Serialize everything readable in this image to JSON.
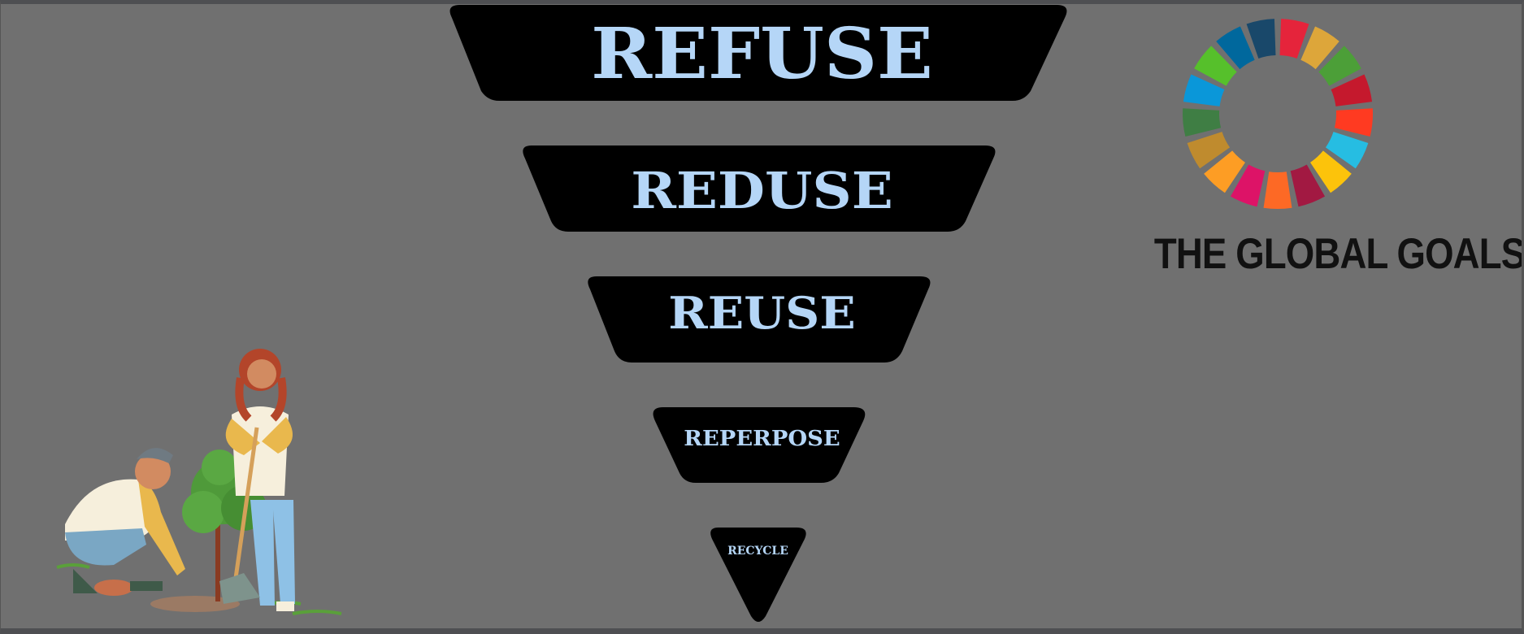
{
  "tiers": [
    "REFUSE",
    "REDUSE",
    "REUSE",
    "REPERPOSE",
    "RECYCLE"
  ],
  "global_goals": {
    "title": "THE GLOBAL GOALS",
    "wheel_colors": [
      "#e5243b",
      "#dda63a",
      "#4c9f38",
      "#c5192d",
      "#ff3a21",
      "#26bde2",
      "#fcc30b",
      "#a21942",
      "#fd6925",
      "#dd1367",
      "#fd9d24",
      "#bf8b2e",
      "#3f7e44",
      "#0a97d9",
      "#56c02b",
      "#00689d",
      "#19486a"
    ]
  },
  "colors": {
    "background": "#707070",
    "tier_fill": "#000000",
    "tier_text": "#b5d6f7"
  },
  "illustration": {
    "icon": "people-planting-tree-illustration"
  }
}
